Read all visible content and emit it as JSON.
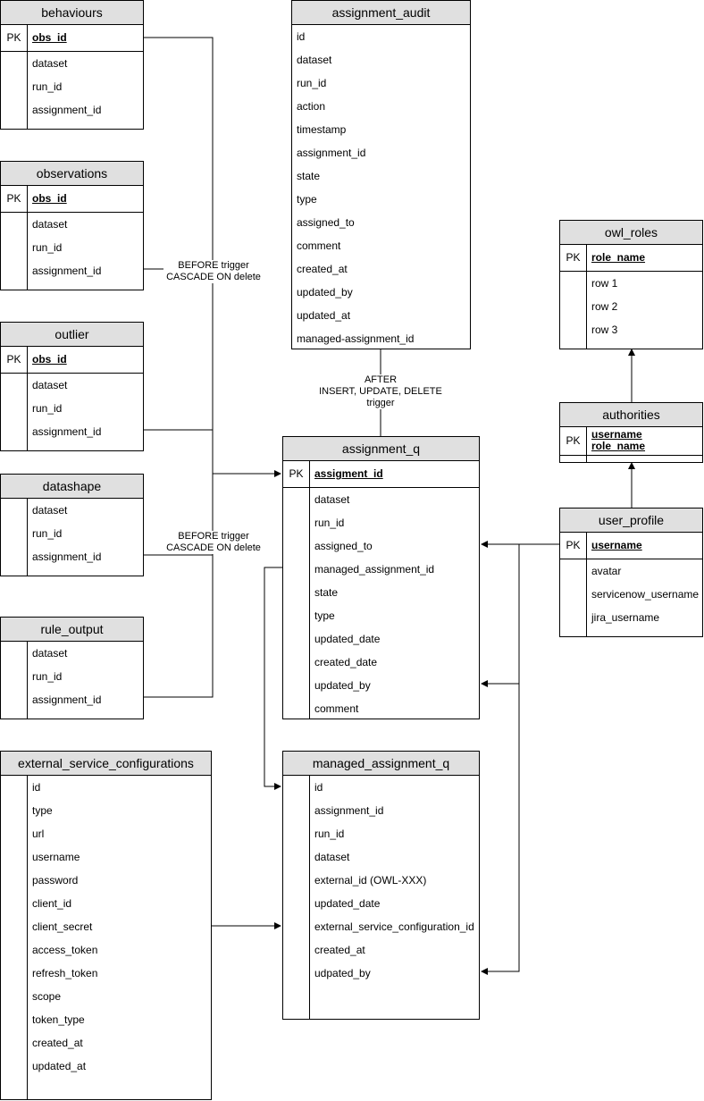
{
  "tables": {
    "behaviours": {
      "title": "behaviours",
      "pk": "PK",
      "pk_name": "obs_id",
      "fields": [
        "dataset",
        "run_id",
        "assignment_id"
      ]
    },
    "observations": {
      "title": "observations",
      "pk": "PK",
      "pk_name": "obs_id",
      "fields": [
        "dataset",
        "run_id",
        "assignment_id"
      ]
    },
    "outlier": {
      "title": "outlier",
      "pk": "PK",
      "pk_name": "obs_id",
      "fields": [
        "dataset",
        "run_id",
        "assignment_id"
      ]
    },
    "datashape": {
      "title": "datashape",
      "fields": [
        "dataset",
        "run_id",
        "assignment_id"
      ]
    },
    "rule_output": {
      "title": "rule_output",
      "fields": [
        "dataset",
        "run_id",
        "assignment_id"
      ]
    },
    "external_service_configurations": {
      "title": "external_service_configurations",
      "fields": [
        "id",
        "type",
        "url",
        "username",
        "password",
        "client_id",
        "client_secret",
        "access_token",
        "refresh_token",
        "scope",
        "token_type",
        "created_at",
        "updated_at"
      ]
    },
    "assignment_audit": {
      "title": "assignment_audit",
      "fields": [
        "id",
        "dataset",
        "run_id",
        "action",
        "timestamp",
        "assignment_id",
        "state",
        "type",
        "assigned_to",
        "comment",
        "created_at",
        "updated_by",
        "updated_at",
        "managed-assignment_id"
      ]
    },
    "assignment_q": {
      "title": "assignment_q",
      "pk": "PK",
      "pk_name": "assigment_id",
      "fields": [
        "dataset",
        "run_id",
        "assigned_to",
        "managed_assignment_id",
        "state",
        "type",
        "updated_date",
        "created_date",
        "updated_by",
        "comment"
      ]
    },
    "managed_assignment_q": {
      "title": "managed_assignment_q",
      "fields": [
        "id",
        "assignment_id",
        "run_id",
        "dataset",
        "external_id (OWL-XXX)",
        "updated_date",
        "external_service_configuration_id",
        "created_at",
        "udpated_by"
      ]
    },
    "owl_roles": {
      "title": "owl_roles",
      "pk": "PK",
      "pk_name": "role_name",
      "fields": [
        "row 1",
        "row 2",
        "row 3"
      ]
    },
    "authorities": {
      "title": "authorities",
      "pk": "PK",
      "pk_names": [
        "username",
        "role_name"
      ]
    },
    "user_profile": {
      "title": "user_profile",
      "pk": "PK",
      "pk_name": "username",
      "fields": [
        "avatar",
        "servicenow_username",
        "jira_username"
      ]
    }
  },
  "labels": {
    "before_trigger_1": [
      "BEFORE trigger",
      "CASCADE ON delete"
    ],
    "before_trigger_2": [
      "BEFORE trigger",
      "CASCADE ON delete"
    ],
    "after_trigger": [
      "AFTER",
      "INSERT, UPDATE, DELETE",
      "trigger"
    ]
  }
}
